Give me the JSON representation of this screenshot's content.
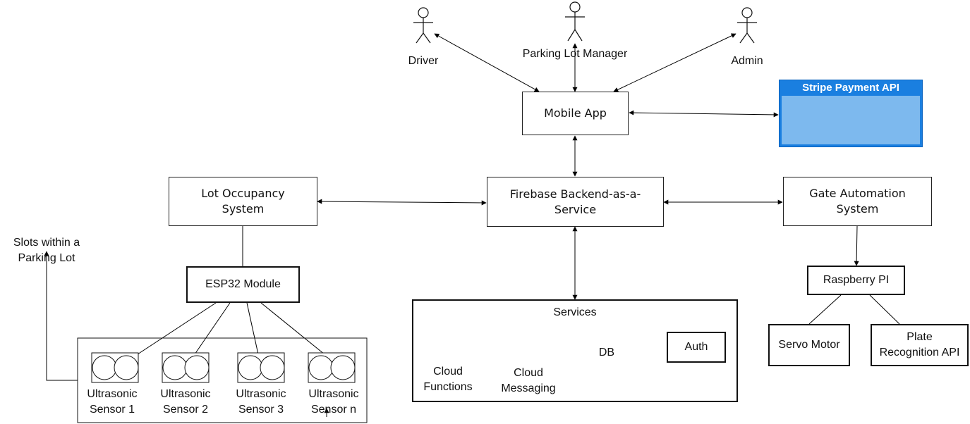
{
  "actors": {
    "driver": "Driver",
    "manager": "Parking Lot Manager",
    "admin": "Admin"
  },
  "nodes": {
    "mobile_app": "Mobile App",
    "firebase_line1": "Firebase Backend-as-a-",
    "firebase_line2": "Service",
    "lot_line1": "Lot Occupancy",
    "lot_line2": "System",
    "gate_line1": "Gate Automation",
    "gate_line2": "System",
    "esp32": "ESP32 Module",
    "raspberry": "Raspberry PI",
    "servo": "Servo Motor",
    "plate_line1": "Plate",
    "plate_line2": "Recognition API"
  },
  "stripe": {
    "title": "Stripe Payment API",
    "color": "#1a7fe0"
  },
  "services": {
    "title": "Services",
    "cloud_functions_line1": "Cloud",
    "cloud_functions_line2": "Functions",
    "cloud_messaging_line1": "Cloud",
    "cloud_messaging_line2": "Messaging",
    "db": "DB",
    "auth": "Auth"
  },
  "slots": {
    "line1": "Slots within a",
    "line2": "Parking Lot"
  },
  "sensors": [
    {
      "line1": "Ultrasonic",
      "line2": "Sensor 1"
    },
    {
      "line1": "Ultrasonic",
      "line2": "Sensor 2"
    },
    {
      "line1": "Ultrasonic",
      "line2": "Sensor 3"
    },
    {
      "line1": "Ultrasonic",
      "line2": "Sensor n"
    }
  ]
}
